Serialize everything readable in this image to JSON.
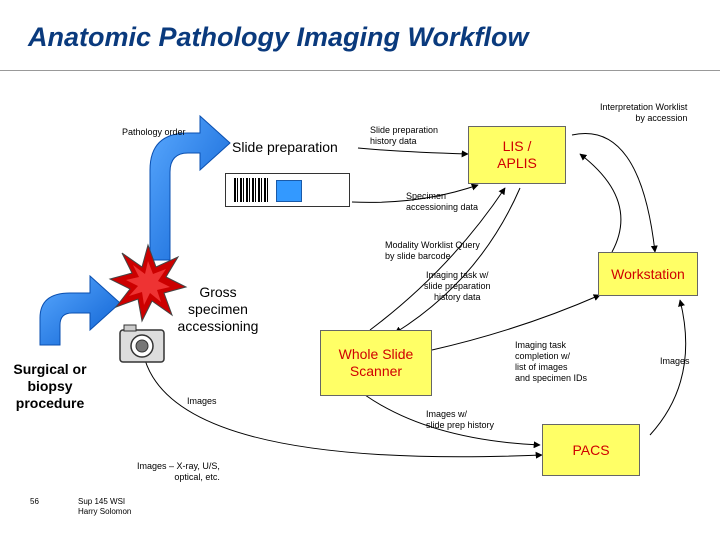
{
  "page": {
    "title": "Anatomic Pathology Imaging Workflow"
  },
  "diagram": {
    "labels": {
      "pathology_order": "Pathology order",
      "slide_preparation": "Slide preparation",
      "slide_prep_history": "Slide preparation\nhistory data",
      "interpretation_worklist": "Interpretation Worklist\nby accession",
      "specimen_accessioning_data": "Specimen\naccessioning data",
      "modality_worklist_query": "Modality Worklist Query\nby slide barcode",
      "imaging_task": "Imaging task w/\nslide preparation\nhistory data",
      "gross_specimen": "Gross\nspecimen\naccessioning",
      "surgical_biopsy": "Surgical or\nbiopsy\nprocedure",
      "images_camera": "Images",
      "imaging_task_completion": "Imaging task\ncompletion w/\nlist of images\nand specimen IDs",
      "images_ws": "Images",
      "images_slide_prep": "Images w/\nslide prep history",
      "images_xray": "Images – X-ray, U/S,\noptical, etc."
    },
    "boxes": {
      "lis": "LIS /\nAPLIS",
      "workstation": "Workstation",
      "wsi_scanner": "Whole Slide\nScanner",
      "pacs": "PACS"
    }
  },
  "footer": {
    "slide_number": "56",
    "credit": "Sup 145 WSI\nHarry Solomon"
  },
  "colors": {
    "title": "#0a3a7d",
    "box_fill": "#ffff66",
    "box_text": "#d00000",
    "arrow_blue": "#1a73e8",
    "star_red": "#cc0000"
  }
}
